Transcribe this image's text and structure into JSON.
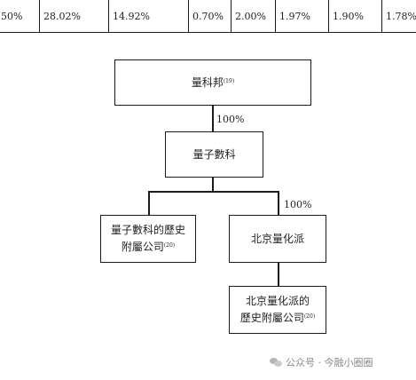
{
  "top_row": {
    "cells": [
      "50%",
      "28.02%",
      "14.92%",
      "0.70%",
      "2.00%",
      "1.97%",
      "1.90%",
      "1.78%"
    ]
  },
  "liangkebang": {
    "name": "量科邦",
    "note": "(19)"
  },
  "pct_to_liangzi": "100%",
  "liangzi_shuke": {
    "name": "量子數科"
  },
  "pct_to_beijing": "100%",
  "liangzi_affiliates": {
    "line1": "量子數科的歷史",
    "line2": "附屬公司",
    "note": "(20)"
  },
  "beijing_lianghuapai": {
    "name": "北京量化派"
  },
  "beijing_affiliates": {
    "line1": "北京量化派的",
    "line2": "歷史附屬公司",
    "note": "(20)"
  },
  "watermark": {
    "text": "公众号 · 今融小圈圈"
  }
}
